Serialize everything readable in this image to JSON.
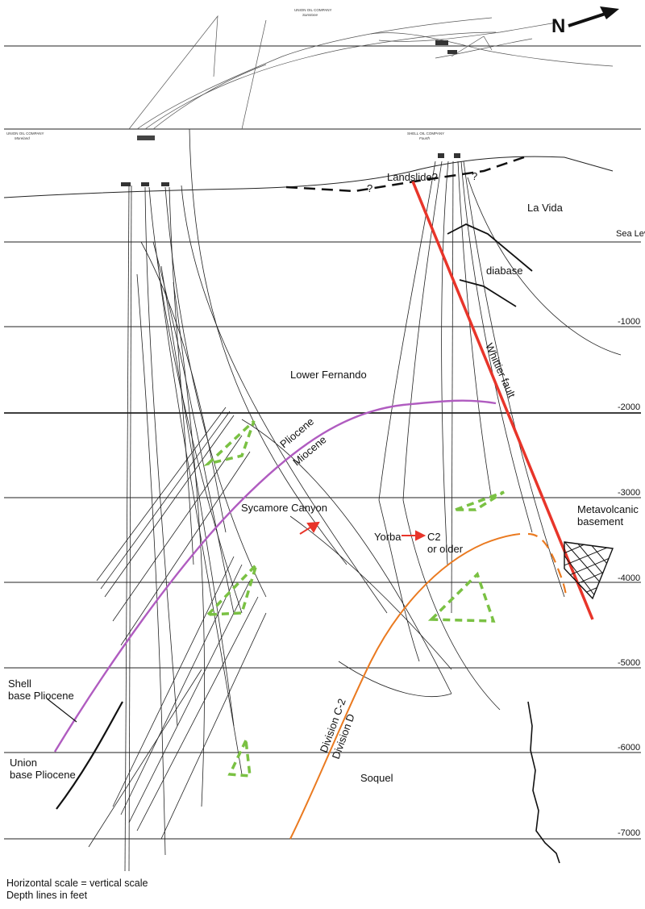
{
  "header": {
    "top_company": "UNION OIL COMPANY",
    "top_lease": "Sanstone",
    "left_company": "UNION OIL COMPANY",
    "left_lease": "Moreland",
    "right_company": "SHELL OIL COMPANY",
    "right_lease": "Fourth"
  },
  "north_arrow": {
    "label": "N"
  },
  "depth_axis": {
    "labels": [
      "Sea Level",
      "-1000",
      "-2000",
      "-3000",
      "-4000",
      "-5000",
      "-6000",
      "-7000"
    ]
  },
  "formations": {
    "la_vida": "La Vida",
    "diabase": "diabase",
    "lower_fernando": "Lower Fernando",
    "sycamore_canyon": "Sycamore Canyon",
    "yorba": "Yorba",
    "soquel": "Soquel",
    "metavolcanic": "Metavolcanic basement"
  },
  "annotations": {
    "landslide": "Landslide?",
    "question_marks": [
      "?",
      "?"
    ],
    "whittier_fault": "Whittier fault",
    "pliocene": "Pliocene",
    "miocene": "Miocene",
    "c2_or_older": "C2 or older",
    "division_c2": "Division C-2",
    "division_d": "Division D",
    "shell_base": "Shell base Pliocene",
    "union_base": "Union base Pliocene"
  },
  "footer": {
    "scale_note": "Horizontal scale = vertical scale",
    "depth_note": "Depth lines in feet"
  },
  "colors": {
    "fault": "#e8352a",
    "pliocene_miocene_contact": "#b05cc0",
    "division_boundary": "#ea7a20",
    "green_markers": "#7ac143",
    "ink": "#111111"
  }
}
